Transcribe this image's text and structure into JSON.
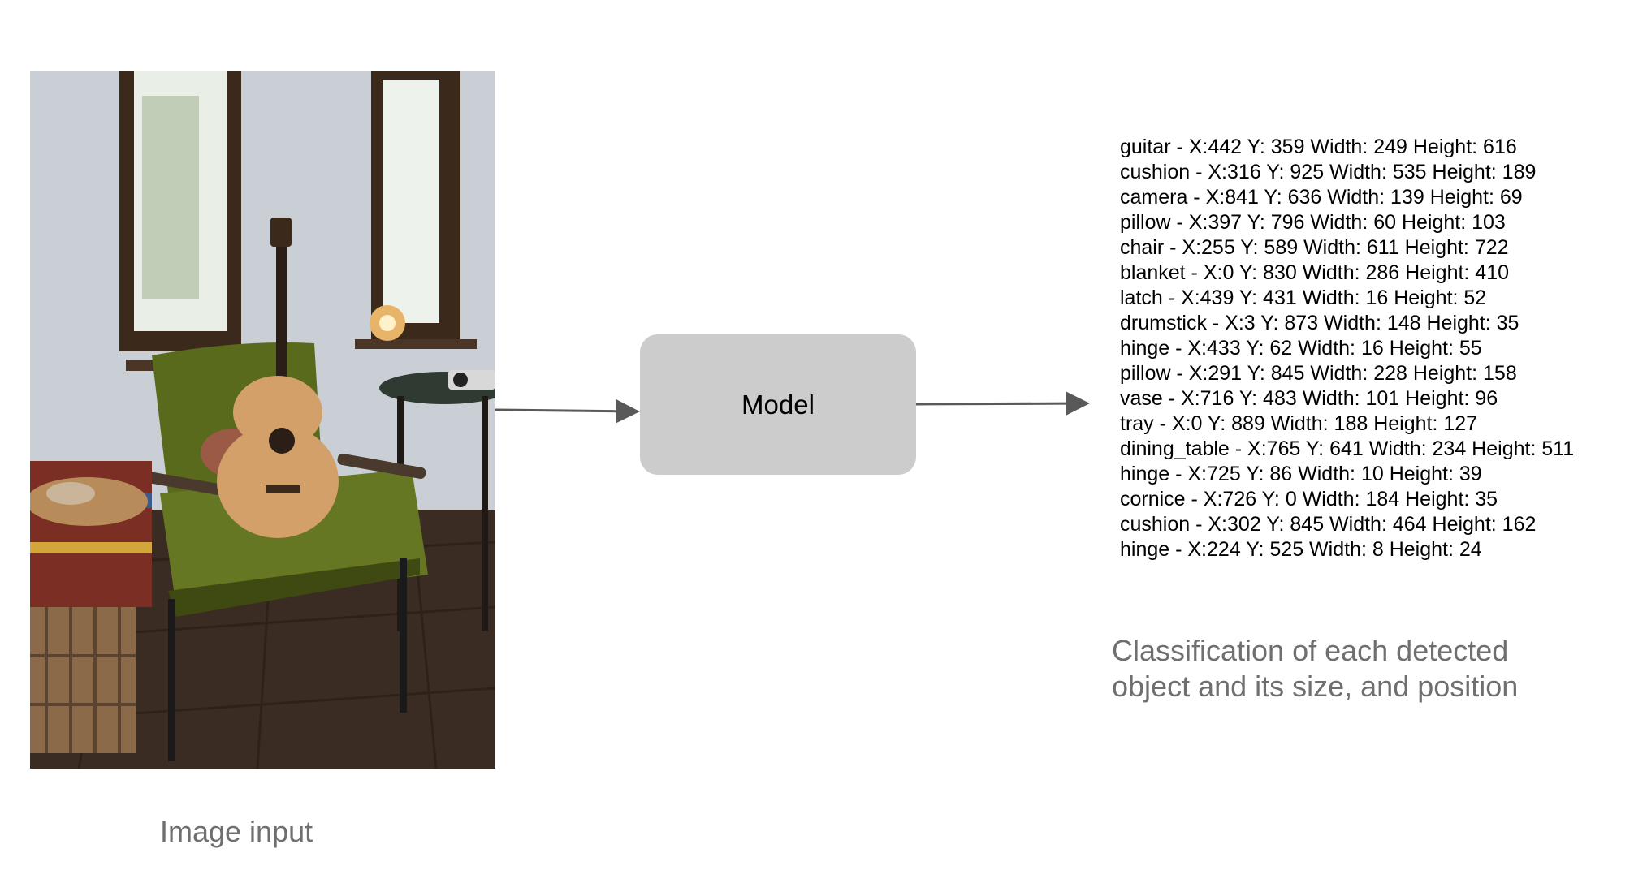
{
  "input": {
    "caption": "Image input",
    "photo_icon": "room-with-guitar-photo"
  },
  "model": {
    "label": "Model"
  },
  "detections": [
    "guitar - X:442 Y: 359 Width: 249 Height: 616",
    "cushion - X:316 Y: 925 Width: 535 Height: 189",
    "camera - X:841 Y: 636 Width: 139 Height: 69",
    "pillow - X:397 Y: 796 Width: 60 Height: 103",
    "chair - X:255 Y: 589 Width: 611 Height: 722",
    "blanket - X:0 Y: 830 Width: 286 Height: 410",
    "latch - X:439 Y: 431 Width: 16 Height: 52",
    "drumstick - X:3 Y: 873 Width: 148 Height: 35",
    "hinge - X:433 Y: 62 Width: 16 Height: 55",
    "pillow - X:291 Y: 845 Width: 228 Height: 158",
    "vase - X:716 Y: 483 Width: 101 Height: 96",
    "tray - X:0 Y: 889 Width: 188 Height: 127",
    "dining_table - X:765 Y: 641 Width: 234 Height: 511",
    "hinge - X:725 Y: 86 Width: 10 Height: 39",
    "cornice - X:726 Y: 0 Width: 184 Height: 35",
    "cushion - X:302 Y: 845 Width: 464 Height: 162",
    "hinge - X:224 Y: 525 Width: 8 Height: 24"
  ],
  "output": {
    "caption_line1": "Classification of each detected",
    "caption_line2": "object and its size, and position"
  },
  "colors": {
    "model_box": "#cccccc",
    "arrow": "#595959",
    "caption": "#6f6f6f"
  }
}
